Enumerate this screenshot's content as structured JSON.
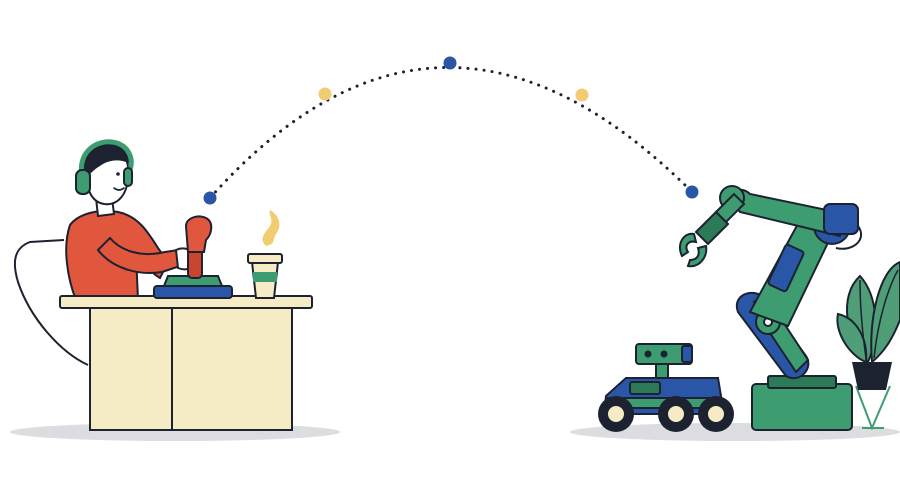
{
  "colors": {
    "background": "#ffffff",
    "outline": "#1c2230",
    "green": "#3d9c70",
    "green_dark": "#2c7a57",
    "blue": "#2a56a8",
    "blue_dark": "#1f3f86",
    "orange": "#e0573e",
    "orange_dark": "#c94530",
    "cream": "#f5ecc6",
    "yellow": "#f2cc70",
    "shadow": "#dcdde0",
    "hair": "#1c2230",
    "skin": "#ffffff",
    "leaf": "#4f9e78"
  },
  "trajectory": {
    "dots": [
      {
        "color": "blue"
      },
      {
        "color": "yellow"
      },
      {
        "color": "blue"
      },
      {
        "color": "yellow"
      },
      {
        "color": "blue"
      }
    ]
  },
  "icons": {
    "person": "operator-person-icon",
    "headphones": "headphones-icon",
    "joystick": "joystick-icon",
    "coffee": "coffee-cup-icon",
    "robot_arm": "robot-arm-icon",
    "rover": "rover-robot-icon",
    "plant": "potted-plant-icon"
  }
}
